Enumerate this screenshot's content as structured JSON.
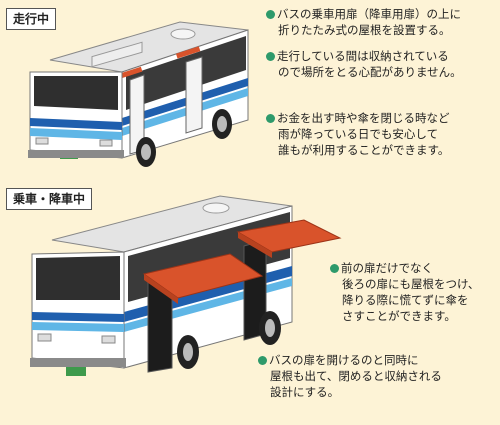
{
  "colors": {
    "background": "#fdf3d6",
    "bus_body": "#ffffff",
    "bus_stripe": "#1f5fae",
    "bus_light_stripe": "#5fb6e6",
    "window": "#333333",
    "awning": "#d9532b",
    "bullet": "#2e9a6b"
  },
  "sections": {
    "running": {
      "label": "走行中"
    },
    "boarding": {
      "label": "乗車・降車中"
    }
  },
  "notes": {
    "n1": {
      "line1": "バスの乗車用扉（降車用扉）の上に",
      "line2": "折りたたみ式の屋根を設置する。"
    },
    "n2": {
      "line1": "走行している間は収納されている",
      "line2": "ので場所をとる心配がありません。"
    },
    "n3": {
      "line1": "お金を出す時や傘を閉じる時など",
      "line2": "雨が降っている日でも安心して",
      "line3": "誰もが利用することができます。"
    },
    "n4": {
      "line1": "前の扉だけでなく",
      "line2": "後ろの扉にも屋根をつけ、",
      "line3": "降りる際に慌てずに傘を",
      "line4": "さすことができます。"
    },
    "n5": {
      "line1": "バスの扉を開けるのと同時に",
      "line2": "屋根も出て、閉めると収納される",
      "line3": "設計にする。"
    }
  }
}
